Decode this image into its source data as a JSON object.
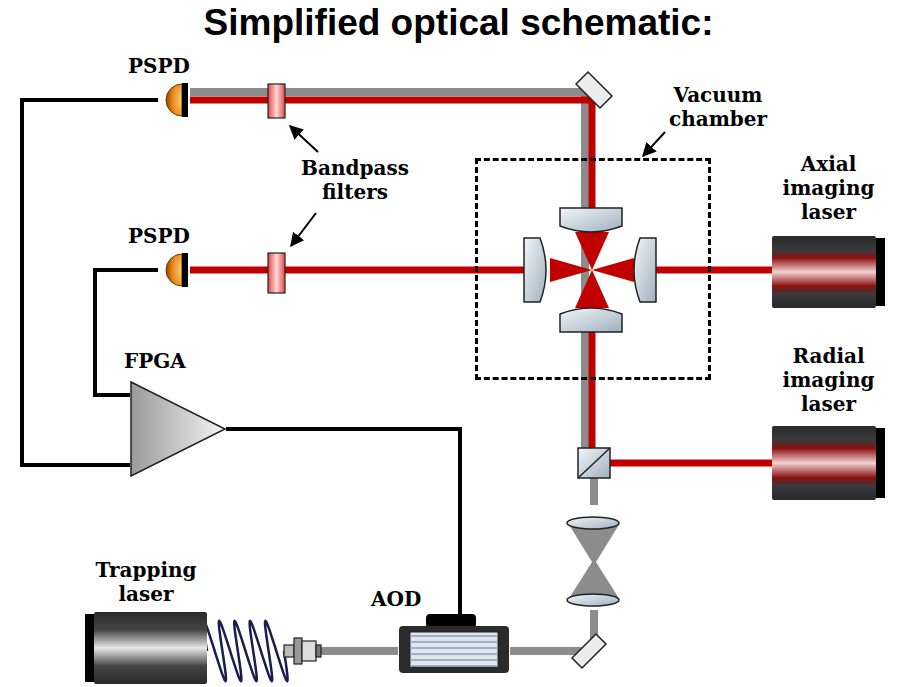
{
  "diagram": {
    "title": "Simplified optical schematic:",
    "nodes": [
      {
        "text": [
          "PSPD"
        ]
      },
      {
        "text": [
          "Vacuum chamber"
        ]
      },
      {
        "text": [
          "PSPD"
        ]
      },
      {
        "text": [
          "Axial imaging laser"
        ]
      },
      {
        "text": [
          "FPGA"
        ]
      },
      {
        "text": [
          "Radial imaging laser"
        ]
      },
      {
        "text": [
          "Trapping laser"
        ]
      },
      {
        "text": [
          "AOD"
        ]
      }
    ],
    "edges": [
      {
        "from": 0,
        "to": 4,
        "arrow": "none"
      },
      {
        "from": 2,
        "to": 4,
        "arrow": "none"
      },
      {
        "from": 4,
        "to": 7,
        "arrow": "none"
      }
    ],
    "labels": [
      "Bandpass filters"
    ]
  }
}
